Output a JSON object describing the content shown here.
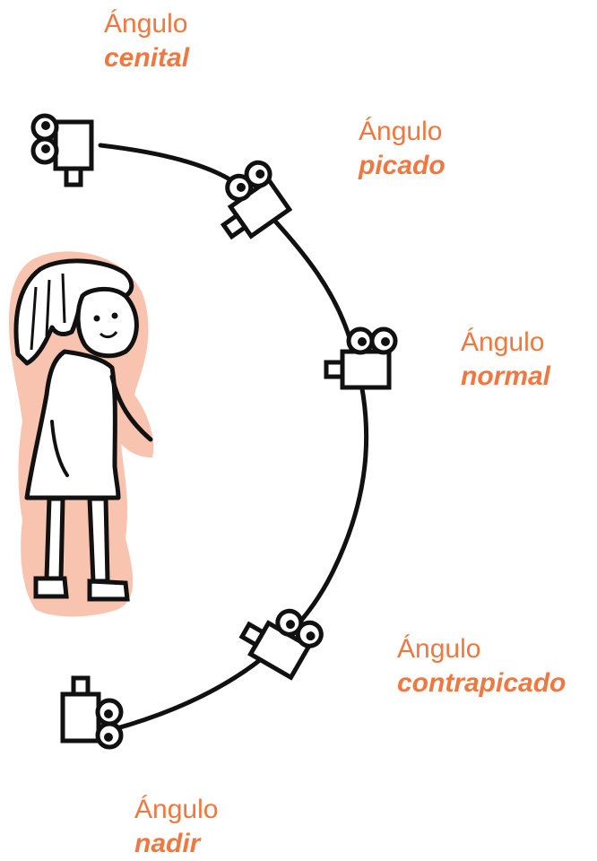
{
  "colors": {
    "label": "#f07840",
    "figure_fill": "#f8c4b0",
    "ink": "#111111"
  },
  "angles": [
    {
      "id": "cenital",
      "word": "Ángulo",
      "name": "cenital"
    },
    {
      "id": "picado",
      "word": "Ángulo",
      "name": "picado"
    },
    {
      "id": "normal",
      "word": "Ángulo",
      "name": "normal"
    },
    {
      "id": "contrapicado",
      "word": "Ángulo",
      "name": "contrapicado"
    },
    {
      "id": "nadir",
      "word": "Ángulo",
      "name": "nadir"
    }
  ]
}
